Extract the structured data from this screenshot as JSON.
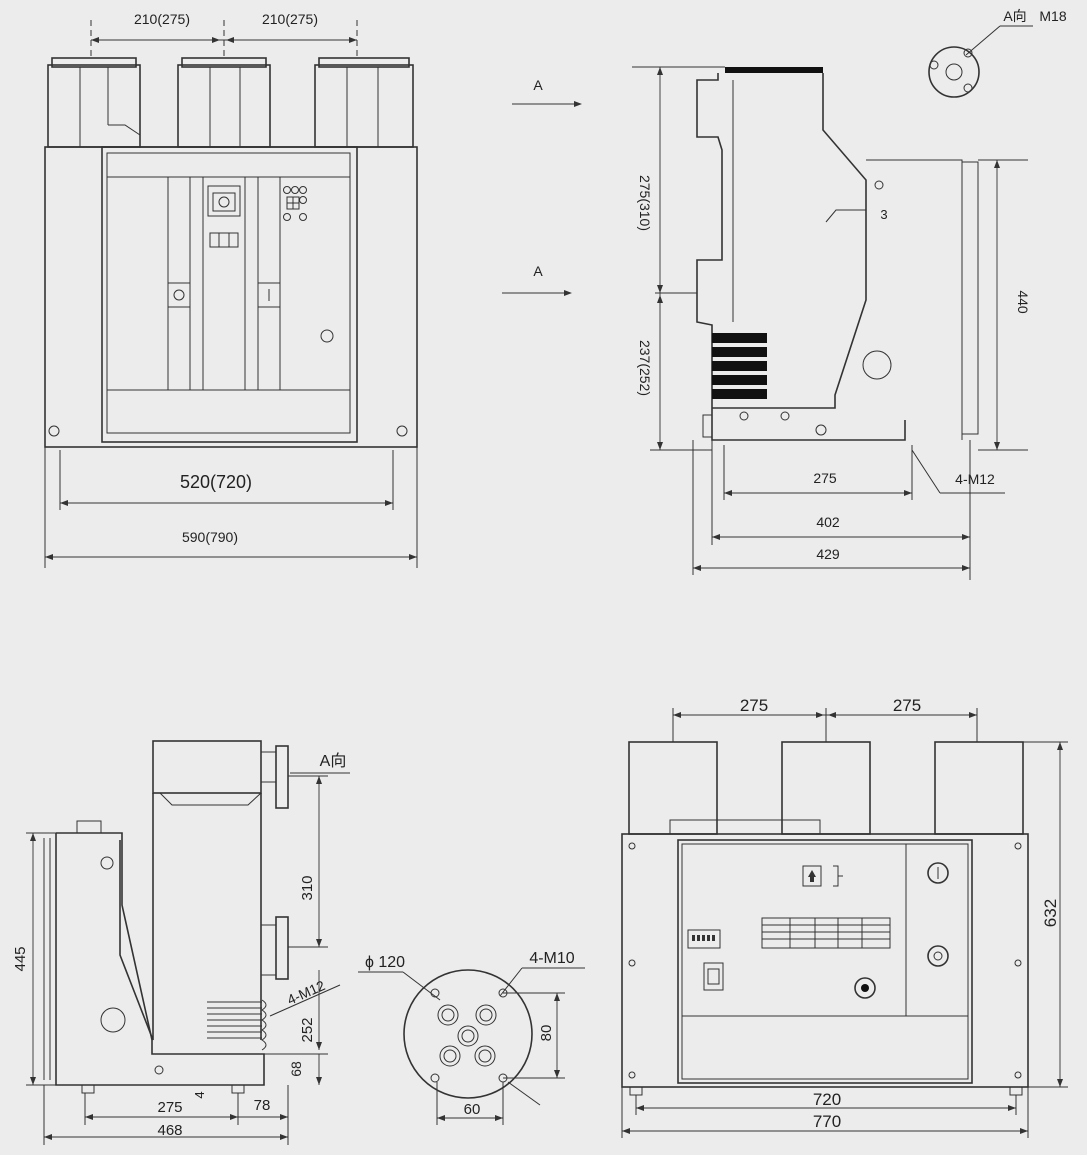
{
  "front_view": {
    "spacing_left": "210(275)",
    "spacing_right": "210(275)",
    "inner_width": "520(720)",
    "overall_width": "590(790)"
  },
  "side_view": {
    "arrow_label_top": "A",
    "arrow_label_bottom": "A",
    "a_view_label": "A向",
    "thread_label": "M18",
    "height_upper": "275(310)",
    "height_lower": "237(252)",
    "height_right": "440",
    "part_number": "3",
    "bolt_label": "4-M12",
    "dim_275": "275",
    "dim_402": "402",
    "dim_429": "429"
  },
  "bottom_side_view": {
    "a_view_label": "A向",
    "dim_310": "310",
    "dim_445": "445",
    "bolt_label": "4-M12",
    "dim_252": "252",
    "dim_68": "68",
    "dim_4": "4",
    "dim_275": "275",
    "dim_78": "78",
    "dim_468": "468"
  },
  "flange_view": {
    "diameter_label": "ϕ 120",
    "bolt_label": "4-M10",
    "dim_80": "80",
    "dim_60": "60"
  },
  "rear_view": {
    "spacing_left": "275",
    "spacing_right": "275",
    "height": "632",
    "inner_width": "720",
    "overall_width": "770"
  }
}
